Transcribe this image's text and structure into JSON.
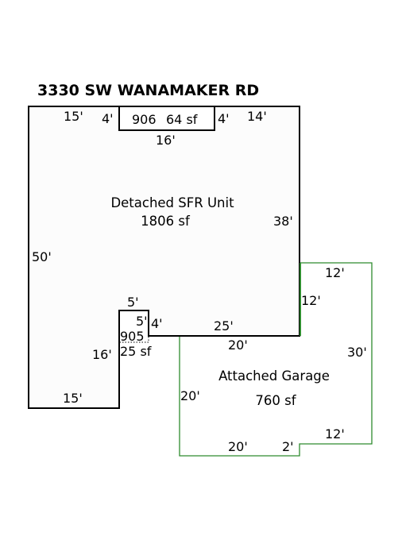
{
  "title": "3330 SW WANAMAKER RD",
  "main_unit": {
    "name": "Detached SFR Unit",
    "area": "1806 sf"
  },
  "garage": {
    "name": "Attached Garage",
    "area": "760 sf"
  },
  "area_906": {
    "code": "906",
    "area": "64 sf"
  },
  "area_905": {
    "code": "905",
    "area": "25 sf"
  },
  "dimensions": {
    "top_left": "15'",
    "top_notch_left": "4'",
    "top_notch_right": "4'",
    "notch_bottom": "16'",
    "top_right": "14'",
    "right_side": "38'",
    "left_side": "50'",
    "inner_top": "5'",
    "inner_small_side": "5'",
    "inner_step": "4'",
    "inner_lower_side": "16'",
    "bottom_left": "15'",
    "bottom_right": "25'",
    "garage_top": "12'",
    "garage_left_upper": "12'",
    "garage_right": "30'",
    "garage_top_inner": "20'",
    "garage_left": "20'",
    "garage_bottom_right": "12'",
    "garage_notch": "2'",
    "garage_bottom": "20'"
  },
  "colors": {
    "house_stroke": "#000000",
    "garage_stroke": "#2e8b2e"
  }
}
